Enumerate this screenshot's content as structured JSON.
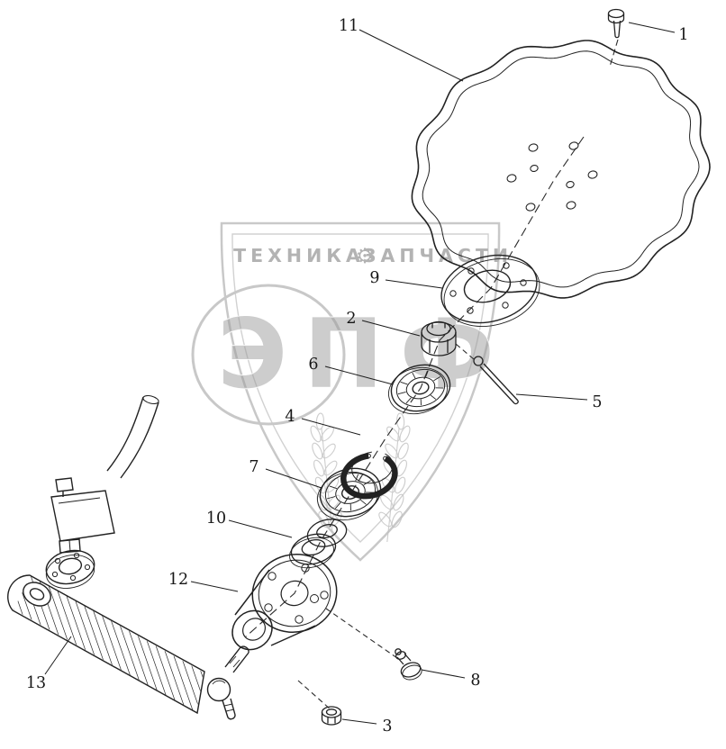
{
  "watermark": {
    "brand_left": "ТЕХНИКА",
    "gear_glyph": "⚙",
    "brand_right": "ЗАПЧАСТИ",
    "logo_text": "ЭПФ"
  },
  "callouts": {
    "c1": "1",
    "c2": "2",
    "c3": "3",
    "c4": "4",
    "c5": "5",
    "c6": "6",
    "c7": "7",
    "c8": "8",
    "c9": "9",
    "c10": "10",
    "c11": "11",
    "c12": "12",
    "c13": "13"
  },
  "colors": {
    "ink": "#222222",
    "watermark_gray": "#b5b5b5"
  }
}
